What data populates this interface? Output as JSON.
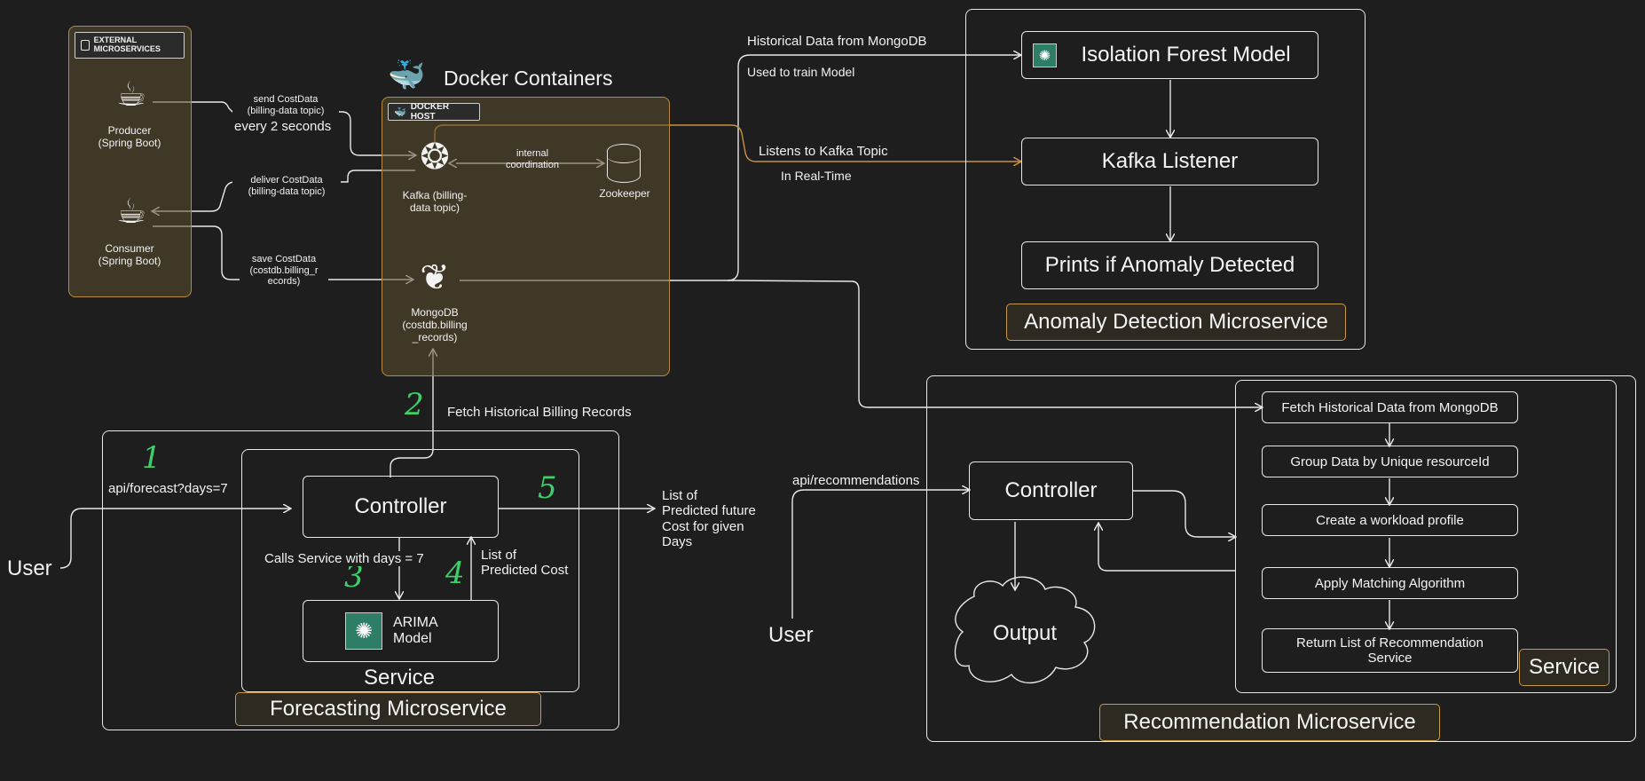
{
  "external": {
    "tag": "EXTERNAL MICROSERVICES",
    "producer": "Producer\n(Spring Boot)",
    "consumer": "Consumer\n(Spring Boot)"
  },
  "docker": {
    "title": "Docker Containers",
    "host_tag": "DOCKER HOST",
    "kafka": "Kafka (billing-\ndata topic)",
    "zookeeper": "Zookeeper",
    "mongodb": "MongoDB\n(costdb.billing\n_records)",
    "internal": "internal\ncoordination"
  },
  "edges": {
    "send": "send CostData\n(billing-data topic)",
    "every": "every 2 seconds",
    "deliver": "deliver CostData\n(billing-data topic)",
    "save": "save CostData\n(costdb.billing_r\necords)",
    "hist_mongo": "Historical Data from MongoDB",
    "train": "Used to train Model",
    "listens": "Listens to Kafka Topic",
    "realtime": "In Real-Time",
    "fetch_hist": "Fetch Historical Billing Records",
    "api_forecast": "api/forecast?days=7",
    "calls": "Calls Service with days = 7",
    "list_pred": "List of\nPredicted Cost",
    "list_future": "List of\nPredicted future\nCost for given\nDays",
    "api_rec": "api/recommendations"
  },
  "anomaly": {
    "isolation": "Isolation Forest Model",
    "listener": "Kafka Listener",
    "prints": "Prints if Anomaly Detected",
    "title": "Anomaly Detection Microservice"
  },
  "forecast": {
    "controller": "Controller",
    "arima": "ARIMA\nModel",
    "service": "Service",
    "title": "Forecasting Microservice",
    "user": "User"
  },
  "steps": {
    "s1": "1",
    "s2": "2",
    "s3": "3",
    "s4": "4",
    "s5": "5"
  },
  "recommend": {
    "controller": "Controller",
    "output": "Output",
    "user": "User",
    "service": "Service",
    "title": "Recommendation Microservice",
    "steps": [
      "Fetch Historical Data from MongoDB",
      "Group Data by Unique resourceId",
      "Create a workload profile",
      "Apply Matching Algorithm",
      "Return List of Recommendation\nService"
    ]
  },
  "colors": {
    "accent": "#b98a3a",
    "line": "#e8e8e8",
    "kafka_line": "#c9923f",
    "step_number": "#3ecf6a"
  }
}
